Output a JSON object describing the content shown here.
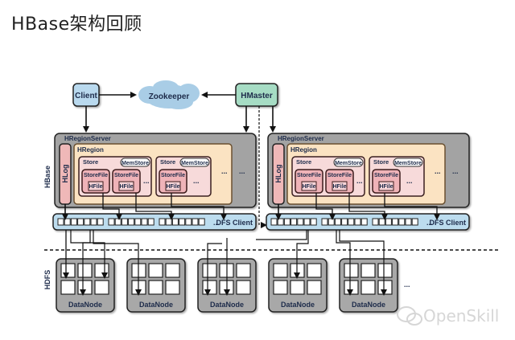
{
  "title": "HBase架构回顾",
  "diagram": {
    "client": "Client",
    "zookeeper": "Zookeeper",
    "hmaster": "HMaster",
    "hbase_label": "HBase",
    "hdfs_label": "HDFS",
    "region_servers": [
      {
        "label": "HRegionServer",
        "hlog": "HLog",
        "hregion": "HRegion",
        "stores": [
          {
            "label": "Store",
            "memstore": "MemStore",
            "storefiles": [
              {
                "label": "StoreFile",
                "hfile": "HFile"
              },
              {
                "label": "StoreFile",
                "hfile": "HFile"
              }
            ],
            "more": "..."
          },
          {
            "label": "Store",
            "memstore": "MemStore",
            "storefiles": [
              {
                "label": "StoreFile",
                "hfile": "HFile"
              }
            ],
            "more": "..."
          }
        ],
        "region_more": "...",
        "server_more": "...",
        "dfs_client": "DFS Client",
        "dfs_more": "..."
      },
      {
        "label": "HRegionServer",
        "hlog": "HLog",
        "hregion": "HRegion",
        "stores": [
          {
            "label": "Store",
            "memstore": "MemStore",
            "storefiles": [
              {
                "label": "StoreFile",
                "hfile": "HFile"
              },
              {
                "label": "StoreFile",
                "hfile": "HFile"
              }
            ],
            "more": "..."
          },
          {
            "label": "Store",
            "memstore": "MemStore",
            "storefiles": [
              {
                "label": "StoreFile",
                "hfile": "HFile"
              }
            ],
            "more": "..."
          }
        ],
        "region_more": "...",
        "server_more": "...",
        "dfs_client": "DFS Client",
        "dfs_more": "..."
      }
    ],
    "datanodes": [
      "DataNode",
      "DataNode",
      "DataNode",
      "DataNode",
      "DataNode"
    ],
    "datanode_more": "...",
    "watermark": "OpenSkill",
    "colors": {
      "client": "#b9d9ee",
      "zookeeper": "#a9cde6",
      "hmaster": "#a6dcc4",
      "server": "#a3a3a3",
      "hregion": "#fbe3c2",
      "store": "#f7dada",
      "hlog": "#efb8b8",
      "dfs": "#bcdcee",
      "datanode": "#a8a8a8"
    }
  }
}
